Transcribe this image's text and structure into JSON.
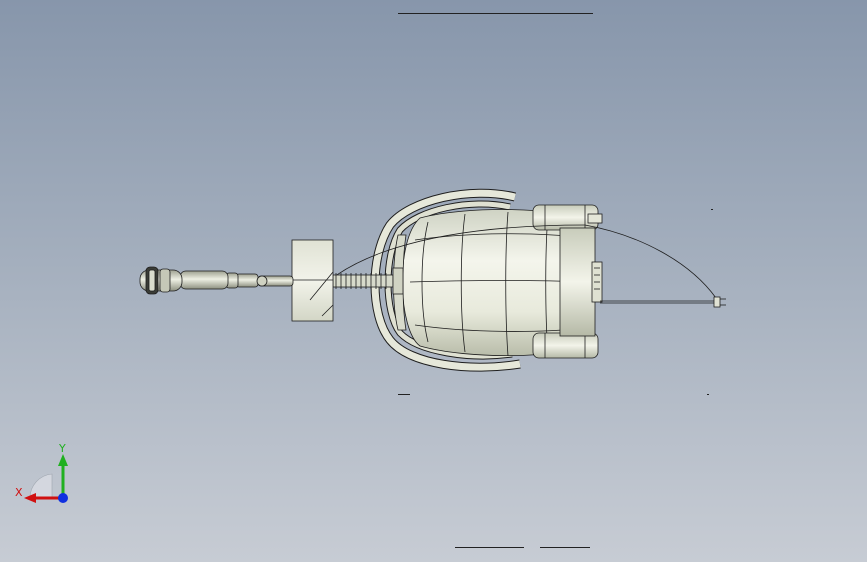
{
  "view": {
    "model": "crawler-robot-top-view",
    "background_top": "#8796ab",
    "background_bottom": "#c7ccd4",
    "edge_color": "#1e1e1e",
    "body_fill": "#e9ebdf"
  },
  "triad": {
    "x_label": "X",
    "y_label": "Y",
    "x_color": "#d01010",
    "y_color": "#20b020",
    "z_color": "#1030e0"
  }
}
